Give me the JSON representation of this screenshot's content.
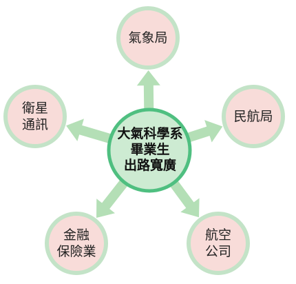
{
  "center": {
    "lines": [
      "大氣科學系",
      "畢業生",
      "出路寬廣"
    ]
  },
  "nodes": [
    {
      "id": "weather-bureau",
      "lines": [
        "氣象局"
      ]
    },
    {
      "id": "civil-aviation",
      "lines": [
        "民航局"
      ]
    },
    {
      "id": "airline",
      "lines": [
        "航空",
        "公司"
      ]
    },
    {
      "id": "finance-insurance",
      "lines": [
        "金融",
        "保險業"
      ]
    },
    {
      "id": "satellite-comm",
      "lines": [
        "衛星",
        "通訊"
      ]
    }
  ],
  "colors": {
    "center_fill": "#cdebd2",
    "center_stroke": "#4fbf80",
    "node_fill": "#f8dcd9",
    "node_stroke": "#c3e3c7",
    "arrow": "#b4dfb6"
  }
}
